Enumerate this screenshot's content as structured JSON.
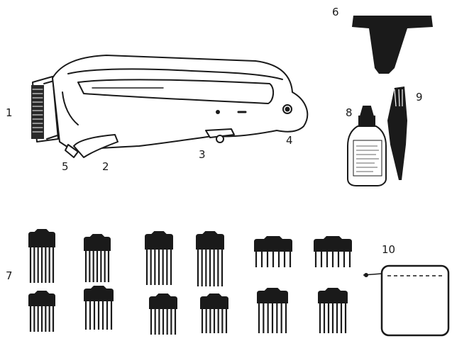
{
  "parts": {
    "clipper": {
      "label": "1",
      "name": "clipper-body"
    },
    "lever": {
      "label": "2",
      "name": "taper-lever"
    },
    "switch": {
      "label": "3",
      "name": "power-switch"
    },
    "screw": {
      "label": "4",
      "name": "adjustment-screw"
    },
    "blade": {
      "label": "5",
      "name": "blade-set"
    },
    "trimmer_comb": {
      "label": "6",
      "name": "trimmer-attachment"
    },
    "guide_combs": {
      "label": "7",
      "name": "guide-combs"
    },
    "oil": {
      "label": "8",
      "name": "oil-bottle"
    },
    "brush": {
      "label": "9",
      "name": "cleaning-brush"
    },
    "pouch": {
      "label": "10",
      "name": "storage-pouch"
    }
  },
  "oil_bottle_text": ""
}
